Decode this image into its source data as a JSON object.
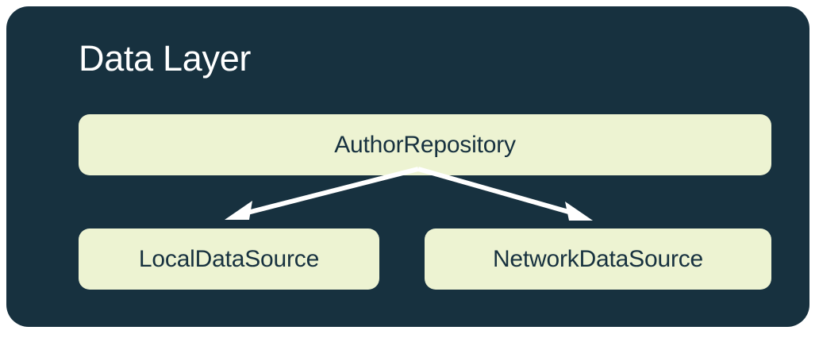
{
  "diagram": {
    "type": "architecture-layer-diagram",
    "title": "Data Layer",
    "colors": {
      "container_background": "#17313f",
      "node_fill": "#edf3d2",
      "node_text": "#17313f",
      "title_text": "#ffffff",
      "arrow": "#ffffff",
      "page_background": "#ffffff"
    },
    "nodes": [
      {
        "id": "author-repository",
        "label": "AuthorRepository",
        "role": "repository"
      },
      {
        "id": "local-data-source",
        "label": "LocalDataSource",
        "role": "data-source"
      },
      {
        "id": "network-data-source",
        "label": "NetworkDataSource",
        "role": "data-source"
      }
    ],
    "edges": [
      {
        "id": "repository-to-local",
        "from": "author-repository",
        "to": "local-data-source",
        "style": "solid-arrow"
      },
      {
        "id": "repository-to-network",
        "from": "author-repository",
        "to": "network-data-source",
        "style": "solid-arrow"
      }
    ]
  }
}
